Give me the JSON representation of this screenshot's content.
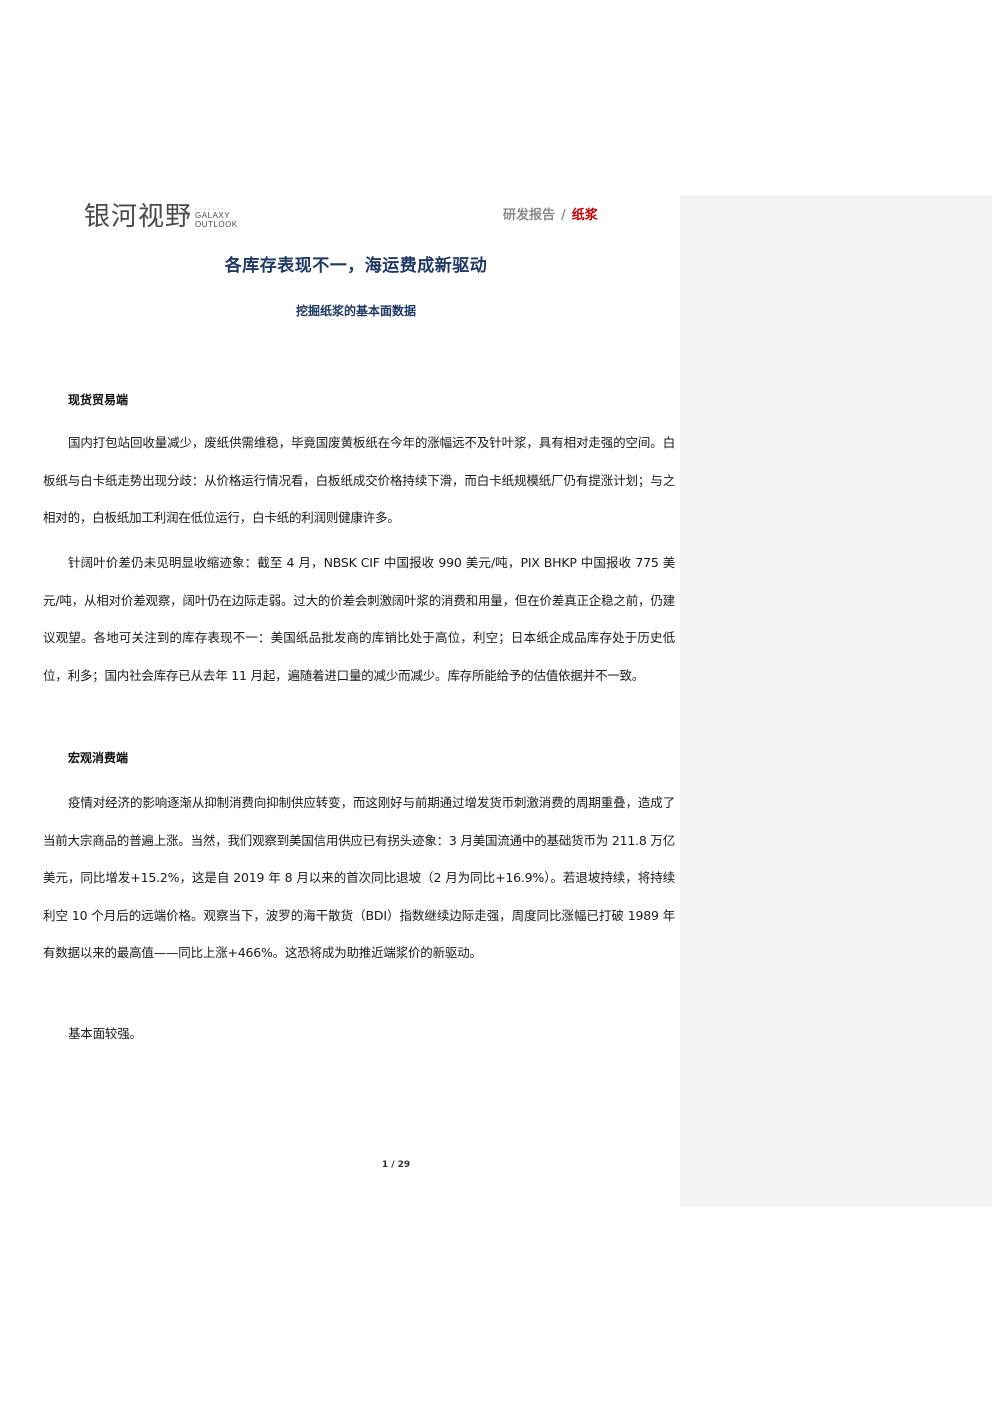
{
  "header": {
    "logo_cn": "银河视野",
    "logo_en_line1": "GALAXY",
    "logo_en_line2": "OUTLOOK",
    "report_type": "研发报告",
    "separator": "/",
    "sector": "纸浆"
  },
  "document": {
    "title": "各库存表现不一，海运费成新驱动",
    "subtitle": "挖掘纸浆的基本面数据"
  },
  "sections": [
    {
      "heading": "现货贸易端",
      "paragraphs": [
        "国内打包站回收量减少，废纸供需维稳，毕竟国废黄板纸在今年的涨幅远不及针叶浆，具有相对走强的空间。白板纸与白卡纸走势出现分歧：从价格运行情况看，白板纸成交价格持续下滑，而白卡纸规模纸厂仍有提涨计划；与之相对的，白板纸加工利润在低位运行，白卡纸的利润则健康许多。",
        "针阔叶价差仍未见明显收缩迹象：截至 4 月，NBSK CIF 中国报收 990 美元/吨，PIX BHKP 中国报收 775 美元/吨，从相对价差观察，阔叶仍在边际走弱。过大的价差会刺激阔叶浆的消费和用量，但在价差真正企稳之前，仍建议观望。各地可关注到的库存表现不一：美国纸品批发商的库销比处于高位，利空；日本纸企成品库存处于历史低位，利多；国内社会库存已从去年 11 月起，遍随着进口量的减少而减少。库存所能给予的估值依据并不一致。"
      ]
    },
    {
      "heading": "宏观消费端",
      "paragraphs": [
        "疫情对经济的影响逐渐从抑制消费向抑制供应转变，而这刚好与前期通过增发货币刺激消费的周期重叠，造成了当前大宗商品的普遍上涨。当然，我们观察到美国信用供应已有拐头迹象：3 月美国流通中的基础货币为 211.8 万亿美元，同比增发+15.2%，这是自 2019 年 8 月以来的首次同比退坡（2 月为同比+16.9%）。若退坡持续，将持续利空 10 个月后的远端价格。观察当下，波罗的海干散货（BDI）指数继续边际走强，周度同比涨幅已打破 1989 年有数据以来的最高值——同比上涨+466%。这恐将成为助推近端浆价的新驱动。",
        "基本面较强。"
      ]
    }
  ],
  "footer": {
    "page_number": "1  /  29"
  }
}
